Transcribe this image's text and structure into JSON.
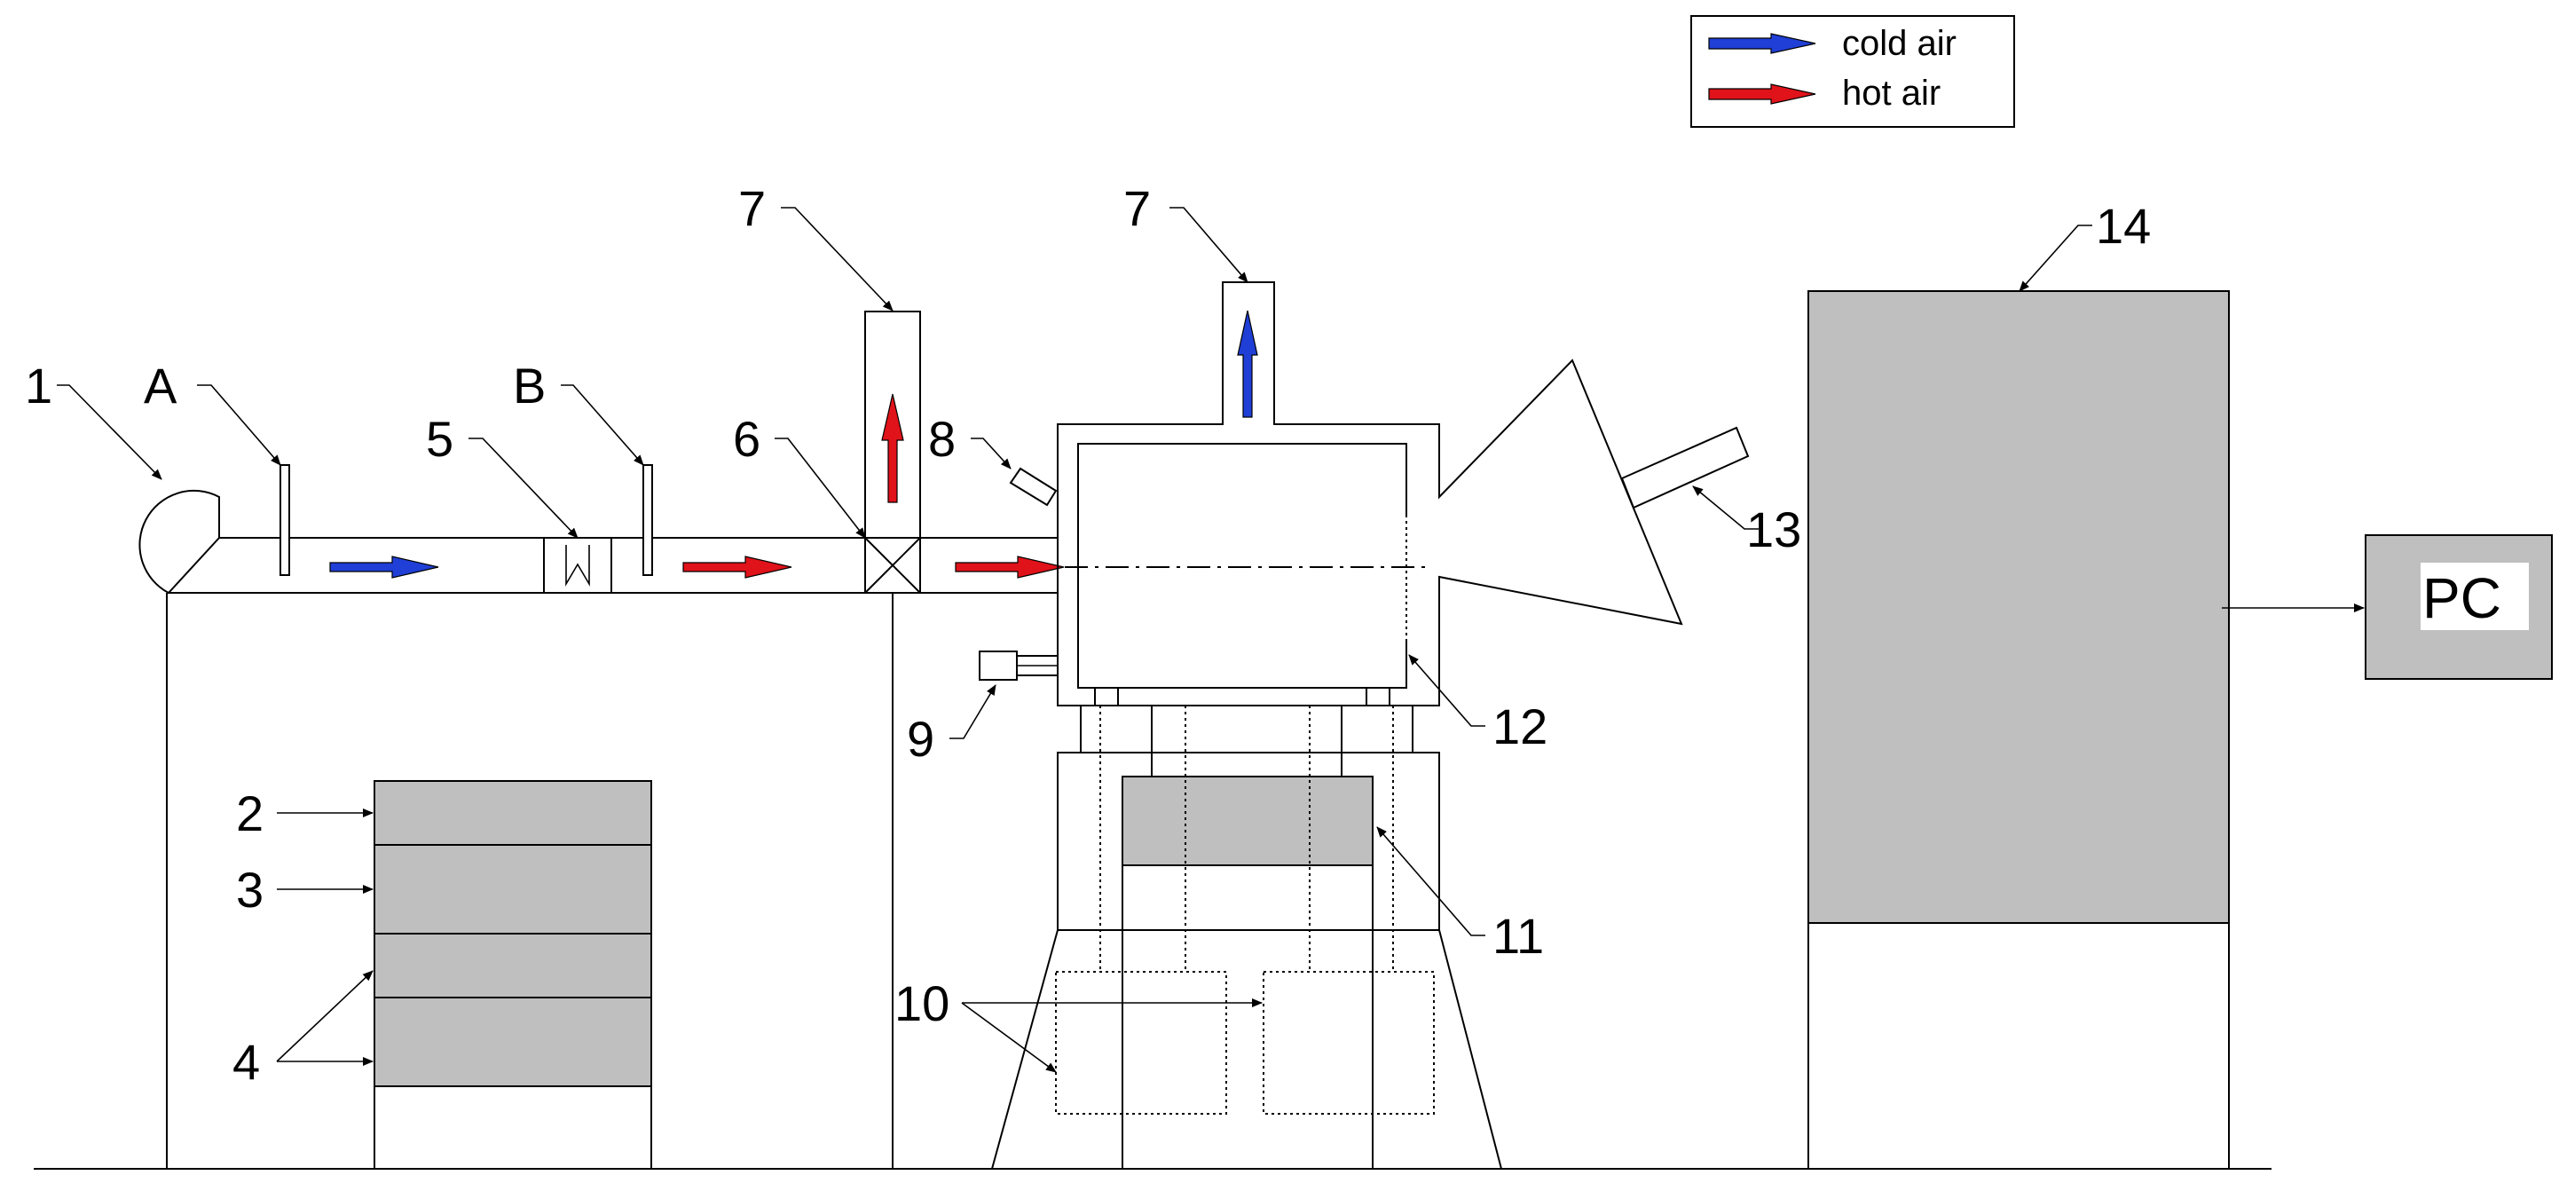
{
  "legend": {
    "cold_label": "cold air",
    "hot_label": "hot air"
  },
  "colors": {
    "cold": "#1f3fd6",
    "hot": "#e0121a",
    "fill_gray": "#bfbfbf",
    "line": "#000000"
  },
  "labels": {
    "fan": "1",
    "valve_a": "A",
    "valve_b": "B",
    "heater": "5",
    "switch_valve": "6",
    "outlet_left": "7",
    "outlet_top": "7",
    "sensor": "8",
    "motor": "9",
    "load_cells": "10",
    "scale": "11",
    "drum": "12",
    "camera": "13",
    "cabinet": "14",
    "stack_2": "2",
    "stack_3": "3",
    "stack_4": "4"
  },
  "pc_label": "PC"
}
